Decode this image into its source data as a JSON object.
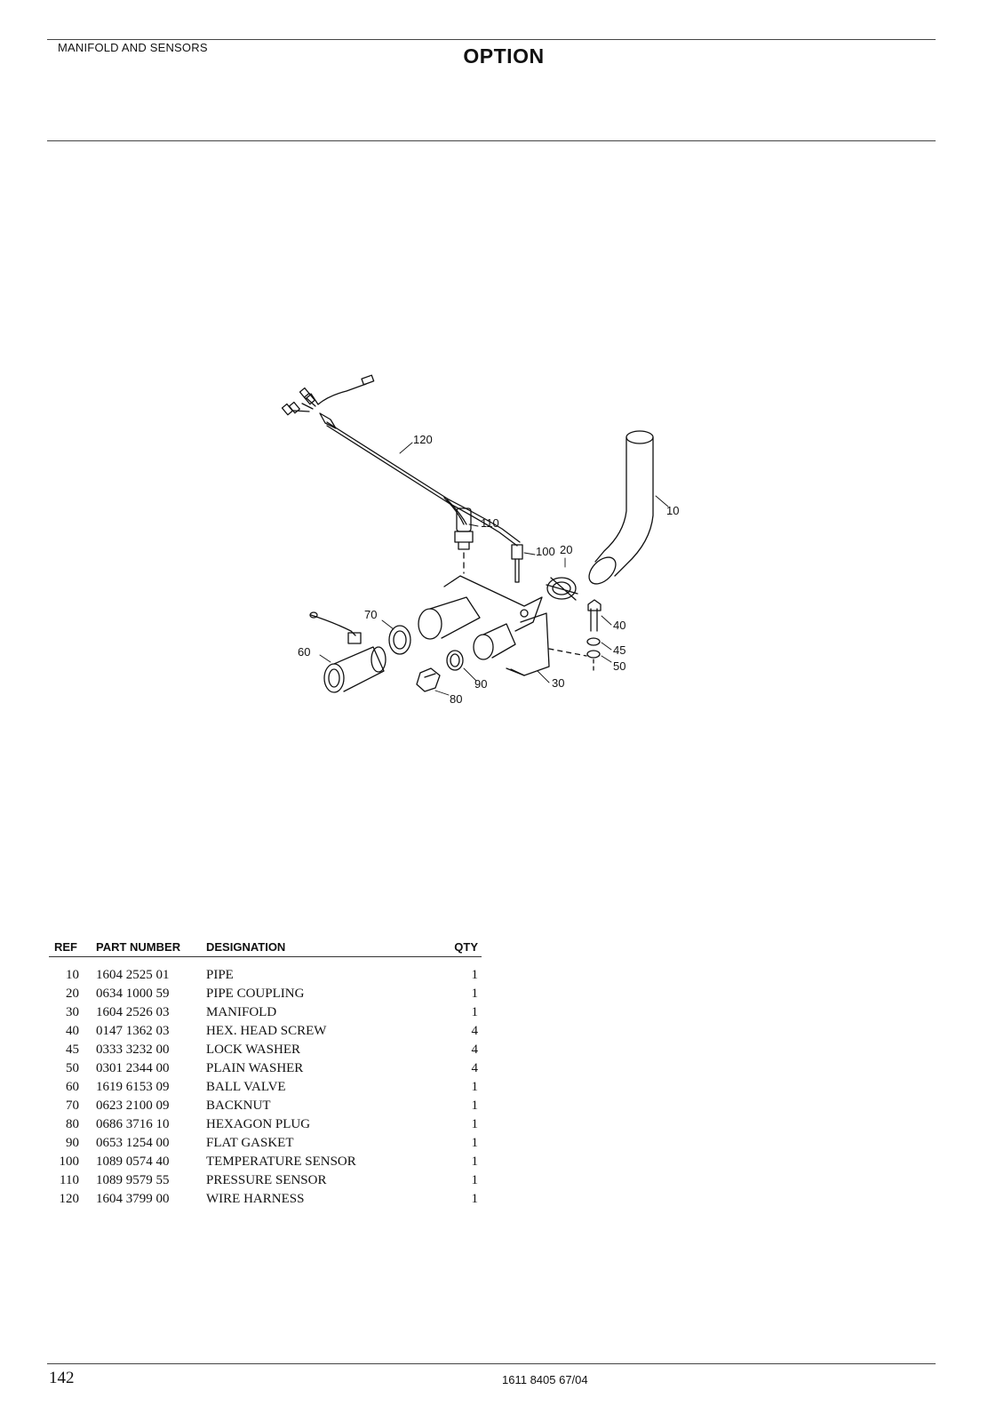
{
  "header": {
    "section_title": "MANIFOLD AND SENSORS",
    "heading": "OPTION"
  },
  "diagram": {
    "callouts": [
      "120",
      "110",
      "100",
      "20",
      "10",
      "70",
      "60",
      "40",
      "45",
      "50",
      "90",
      "30",
      "80"
    ]
  },
  "parts_table": {
    "columns": {
      "ref": "REF",
      "part_number": "PART NUMBER",
      "designation": "DESIGNATION",
      "qty": "QTY"
    },
    "rows": [
      {
        "ref": "10",
        "part_number": "1604 2525 01",
        "designation": "PIPE",
        "qty": "1"
      },
      {
        "ref": "20",
        "part_number": "0634 1000 59",
        "designation": "PIPE COUPLING",
        "qty": "1"
      },
      {
        "ref": "30",
        "part_number": "1604 2526 03",
        "designation": "MANIFOLD",
        "qty": "1"
      },
      {
        "ref": "40",
        "part_number": "0147 1362 03",
        "designation": "HEX. HEAD SCREW",
        "qty": "4"
      },
      {
        "ref": "45",
        "part_number": "0333 3232 00",
        "designation": "LOCK WASHER",
        "qty": "4"
      },
      {
        "ref": "50",
        "part_number": "0301 2344 00",
        "designation": "PLAIN WASHER",
        "qty": "4"
      },
      {
        "ref": "60",
        "part_number": "1619 6153 09",
        "designation": "BALL VALVE",
        "qty": "1"
      },
      {
        "ref": "70",
        "part_number": "0623 2100 09",
        "designation": "BACKNUT",
        "qty": "1"
      },
      {
        "ref": "80",
        "part_number": "0686 3716 10",
        "designation": "HEXAGON PLUG",
        "qty": "1"
      },
      {
        "ref": "90",
        "part_number": "0653 1254 00",
        "designation": "FLAT GASKET",
        "qty": "1"
      },
      {
        "ref": "100",
        "part_number": "1089 0574 40",
        "designation": "TEMPERATURE SENSOR",
        "qty": "1"
      },
      {
        "ref": "110",
        "part_number": "1089 9579 55",
        "designation": "PRESSURE SENSOR",
        "qty": "1"
      },
      {
        "ref": "120",
        "part_number": "1604 3799 00",
        "designation": "WIRE HARNESS",
        "qty": "1"
      }
    ]
  },
  "footer": {
    "page_number": "142",
    "document_number": "1611 8405 67/04"
  }
}
